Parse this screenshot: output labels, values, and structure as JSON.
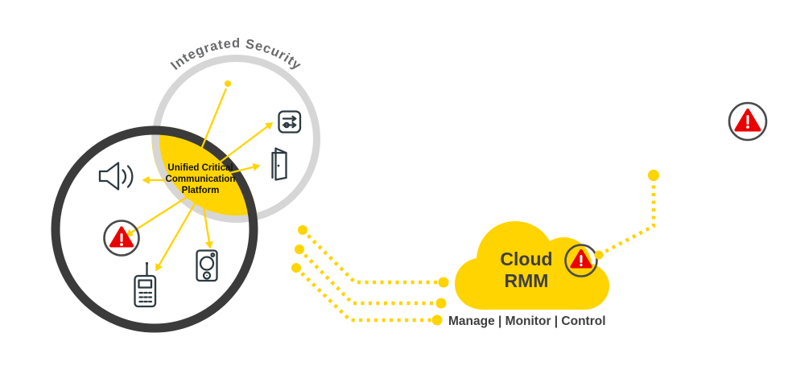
{
  "venn": {
    "arc_title": "Integrated Security",
    "lens": {
      "line1": "Unified Critical",
      "line2": "Communication",
      "line3": "Platform"
    }
  },
  "cloud": {
    "name_line1": "Cloud",
    "name_line2": "RMM",
    "tagline": "Manage | Monitor | Control"
  },
  "icon_names": [
    "loudspeaker-icon",
    "alert-triangle-icon",
    "two-way-radio-icon",
    "speaker-box-icon",
    "access-controls-icon",
    "open-door-icon",
    "cloud-alert-icon",
    "remote-alert-icon"
  ],
  "colors": {
    "accent_yellow": "#FFD400",
    "dark_circle_gray": "#3B3B3B",
    "light_circle_gray": "#D6D6D6",
    "icon_slate": "#2C3A40",
    "alert_red": "#EB0000",
    "arc_title_gray": "#68696B",
    "text_dark": "#3E3E40"
  }
}
